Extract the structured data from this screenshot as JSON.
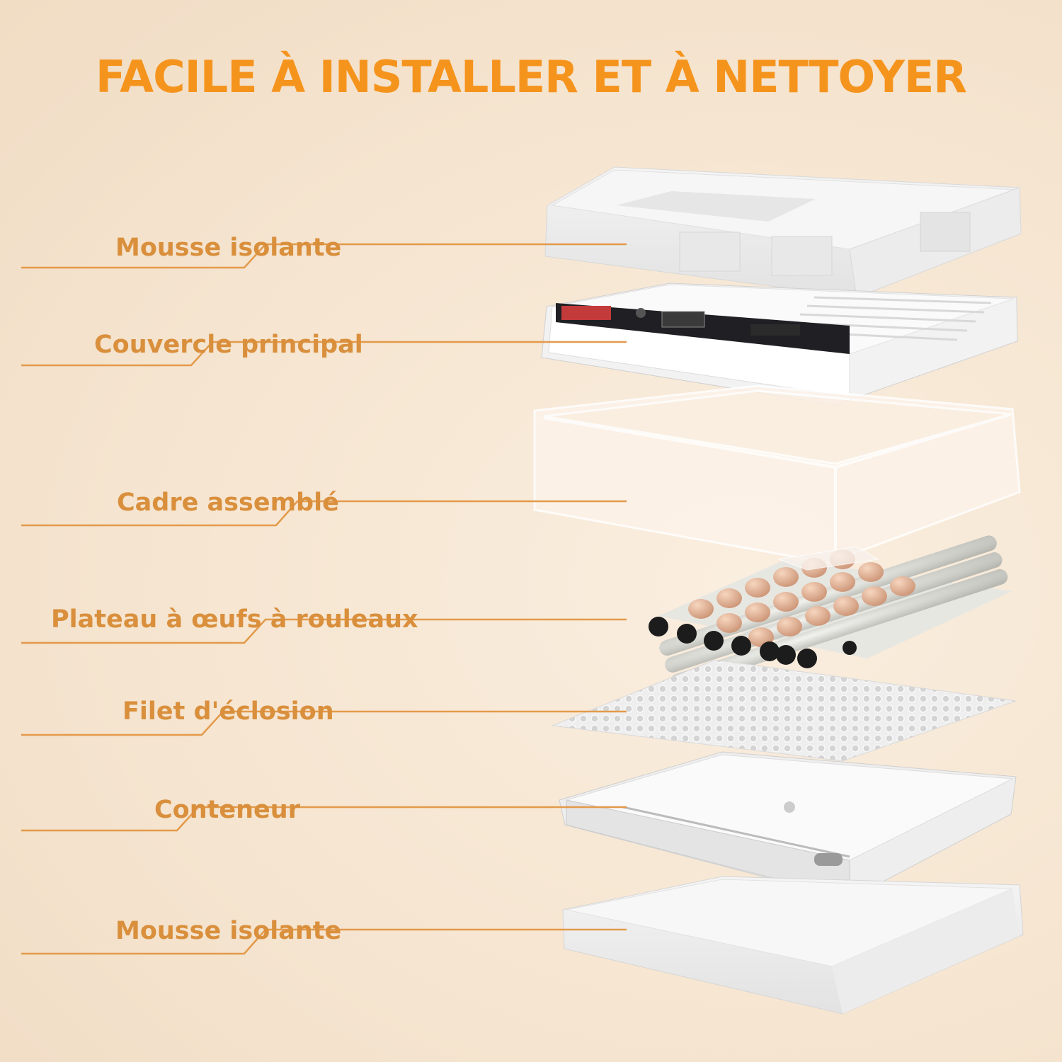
{
  "title": "FACILE À INSTALLER ET À NETTOYER",
  "parts": [
    {
      "label": "Mousse isolante"
    },
    {
      "label": "Couvercle principal"
    },
    {
      "label": "Cadre assemblé"
    },
    {
      "label": "Plateau à œufs à rouleaux"
    },
    {
      "label": "Filet d'éclosion"
    },
    {
      "label": "Conteneur"
    },
    {
      "label": "Mousse isolante"
    }
  ],
  "colors": {
    "title": "#f5941d",
    "label": "#d98f3c",
    "leader_line": "#e39a4a",
    "background": "#f6e6d3"
  }
}
